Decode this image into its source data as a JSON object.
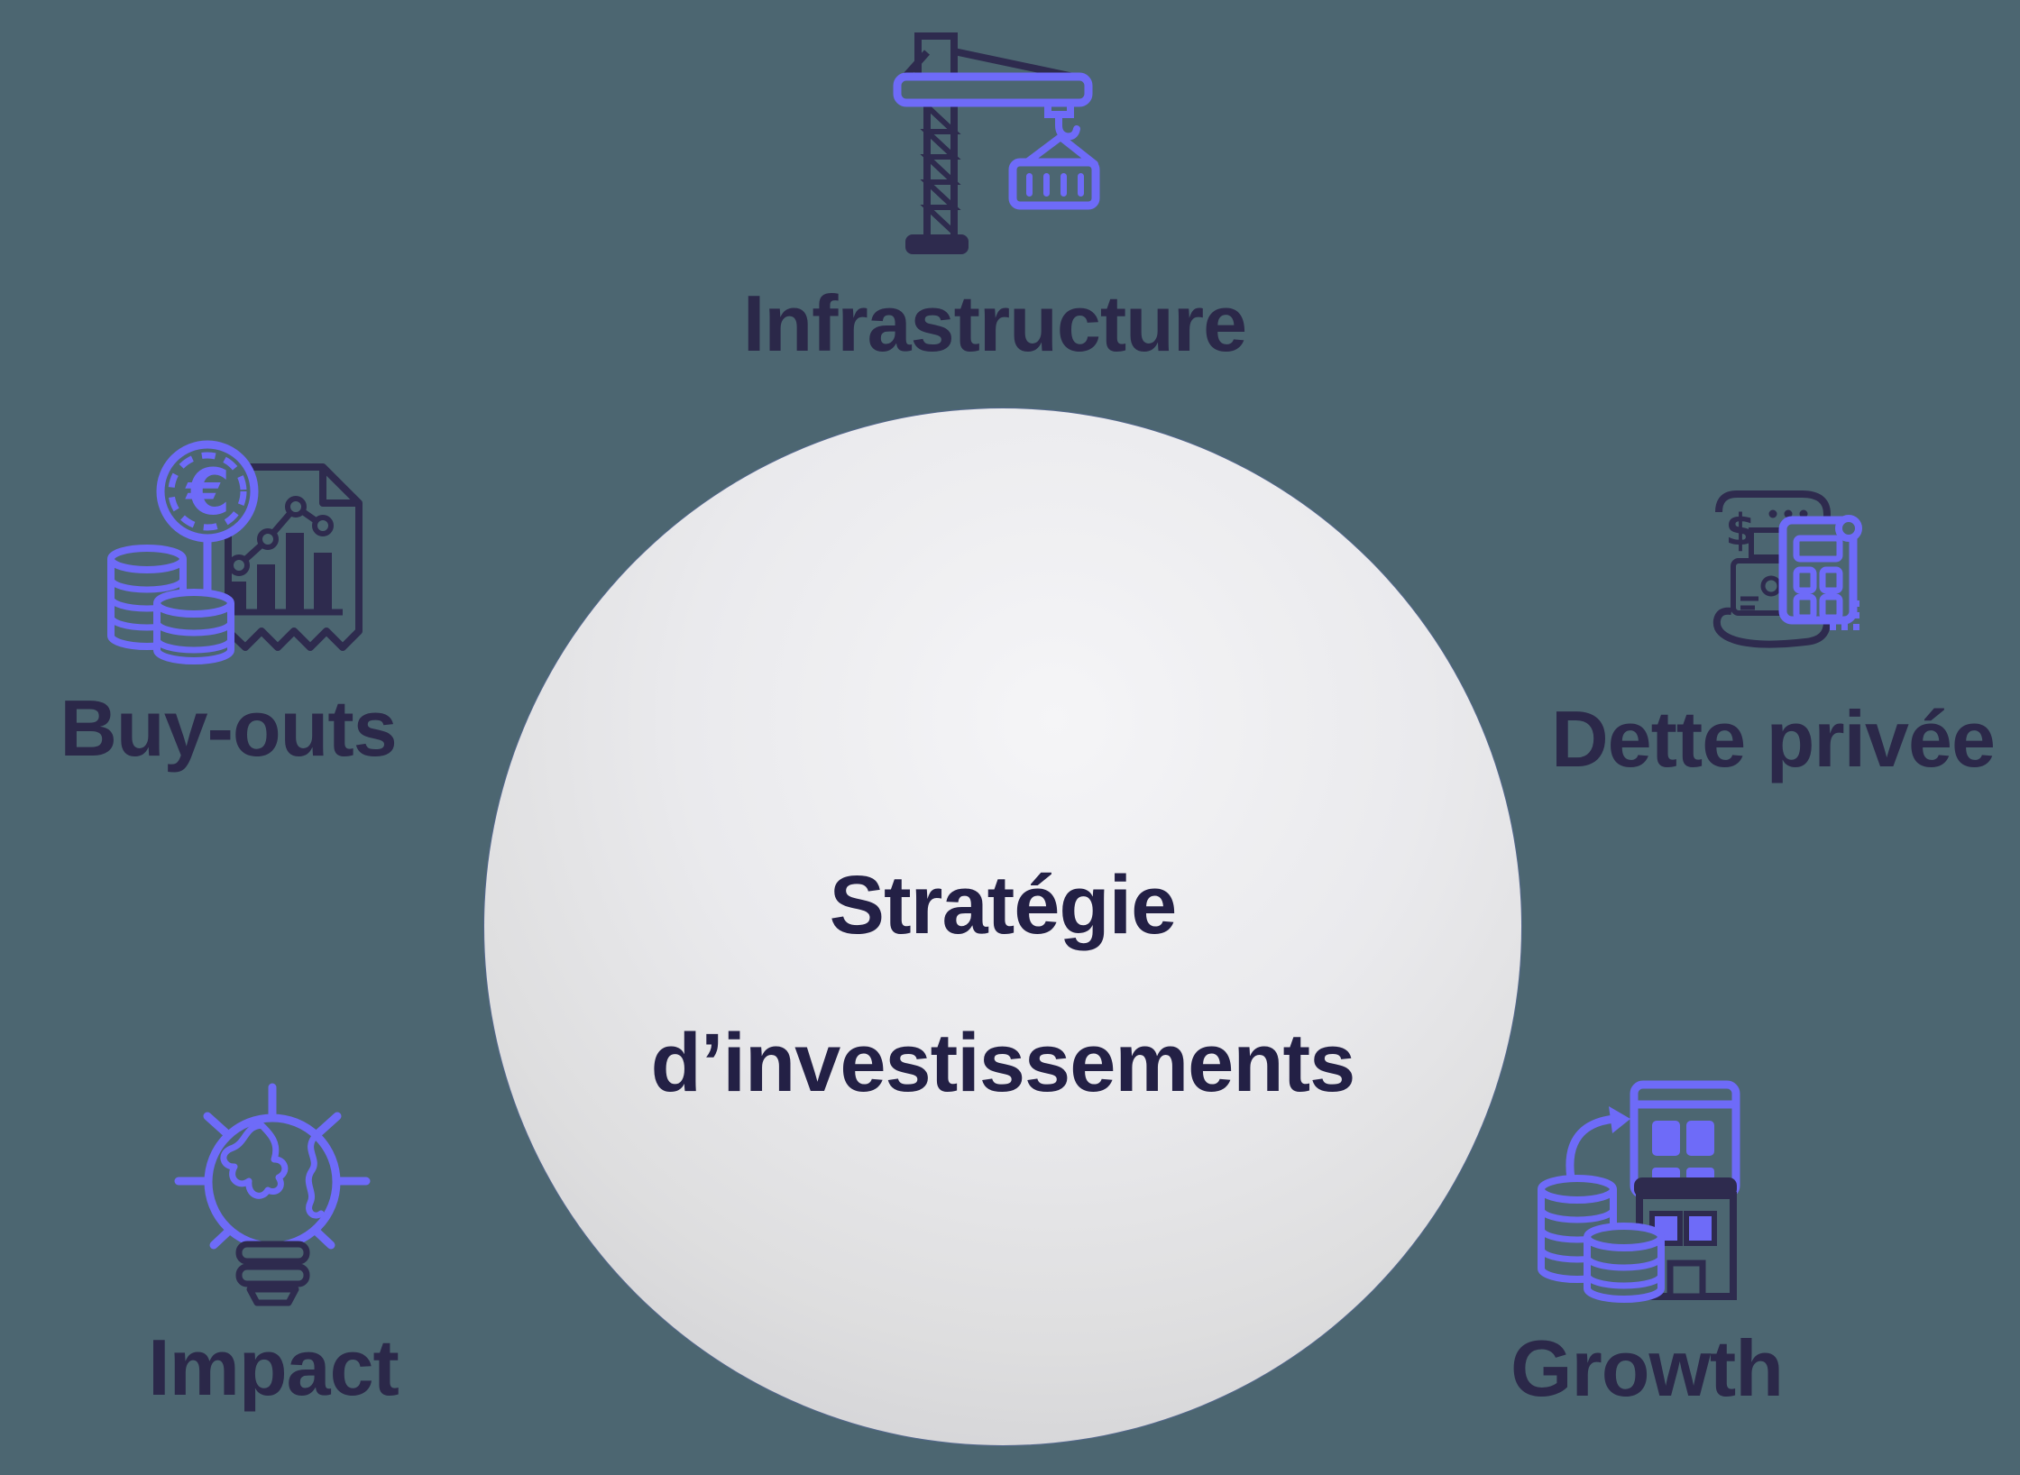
{
  "diagram": {
    "type": "hub-and-spoke infographic",
    "center": {
      "title_line1": "Stratégie",
      "title_line2": "d’investissements"
    },
    "categories": [
      {
        "id": "infrastructure",
        "label": "Infrastructure",
        "icon": "construction-crane-icon",
        "position": "top"
      },
      {
        "id": "buy-outs",
        "label": "Buy-outs",
        "icon": "euro-coins-report-icon",
        "position": "left"
      },
      {
        "id": "dette-privee",
        "label": "Dette privée",
        "icon": "invoice-calculator-icon",
        "position": "right"
      },
      {
        "id": "impact",
        "label": "Impact",
        "icon": "globe-lightbulb-icon",
        "position": "bottom-left"
      },
      {
        "id": "growth",
        "label": "Growth",
        "icon": "coins-buildings-icon",
        "position": "bottom-right"
      }
    ],
    "colors": {
      "background": "#4c6671",
      "accent_purple": "#6e6bf8",
      "dark_navy": "#2e2b4e",
      "label_text": "#2b2849",
      "title_text": "#232045",
      "sphere_gray": "#e6e6e9"
    },
    "symbols": {
      "euro_sign": "€",
      "dollar_sign": "$"
    }
  }
}
